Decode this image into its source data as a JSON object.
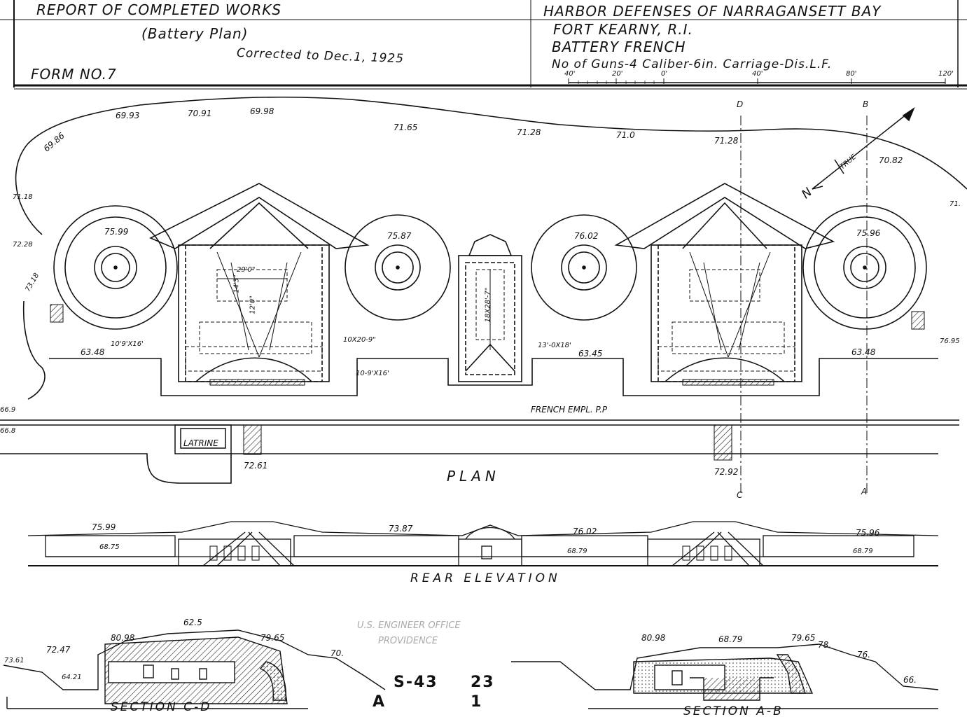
{
  "header": {
    "report_title": "REPORT OF COMPLETED WORKS",
    "plan_type": "(Battery Plan)",
    "corrected": "Corrected to Dec.1, 1925",
    "form_no": "FORM NO.7",
    "defenses": "HARBOR DEFENSES OF NARRAGANSETT BAY",
    "fort": "FORT KEARNY, R.I.",
    "battery": "BATTERY FRENCH",
    "guns_info": "No of Guns-4   Caliber-6in.   Carriage-Dis.L.F."
  },
  "scale_bar": {
    "ticks": [
      "40'",
      "20'",
      "0'",
      "40'",
      "80'",
      "120'"
    ]
  },
  "north_arrow": {
    "true_label": "TRUE",
    "n_label": "N"
  },
  "section_markers": {
    "b": "B",
    "a": "A",
    "d": "D",
    "c": "C"
  },
  "contour_elevations": [
    "69.93",
    "70.91",
    "69.98",
    "71.65",
    "71.28",
    "71.0",
    "71.28",
    "70.82",
    "69.86",
    "71.18",
    "72.28",
    "73.18",
    "71."
  ],
  "gun_pit_elevations": [
    "75.99",
    "75.87",
    "76.02",
    "75.96"
  ],
  "floor_elevations": {
    "left": "63.48",
    "center": "63.45",
    "right": "63.48",
    "far_right": "76.95"
  },
  "room_labels": [
    "29'0\"",
    "14'3\"",
    "12'0\"",
    "18X28'-7\"",
    "10'9'X16'",
    "10X20-9\"",
    "13'-0X18'",
    "10-9'X16'"
  ],
  "edge_elevations": [
    "66.9",
    "66.8"
  ],
  "latrine": "LATRINE",
  "stair_elevations": [
    "72.61",
    "72.92"
  ],
  "french_empl": "FRENCH EMPL. P.P",
  "plan_title": "PLAN",
  "rear_elevation": {
    "title": "REAR ELEVATION",
    "elevations": [
      "75.99",
      "73.87",
      "76.02",
      "75.96"
    ],
    "floor_elevations": [
      "68.75",
      "68.79",
      "68.79"
    ]
  },
  "section_cd": {
    "title": "SECTION C-D",
    "elevations": [
      "73.61",
      "72.47",
      "64.21",
      "80.98",
      "62.5",
      "79.65",
      "70."
    ]
  },
  "section_ab": {
    "title": "SECTION A-B",
    "elevations": [
      "80.98",
      "68.79",
      "79.65",
      "78.",
      "76.",
      "66."
    ]
  },
  "stamp": {
    "line1": "U.S. ENGINEER OFFICE",
    "line2": "PROVIDENCE"
  },
  "file_code": {
    "a": "S-43",
    "b": "23",
    "c": "A",
    "d": "1"
  }
}
